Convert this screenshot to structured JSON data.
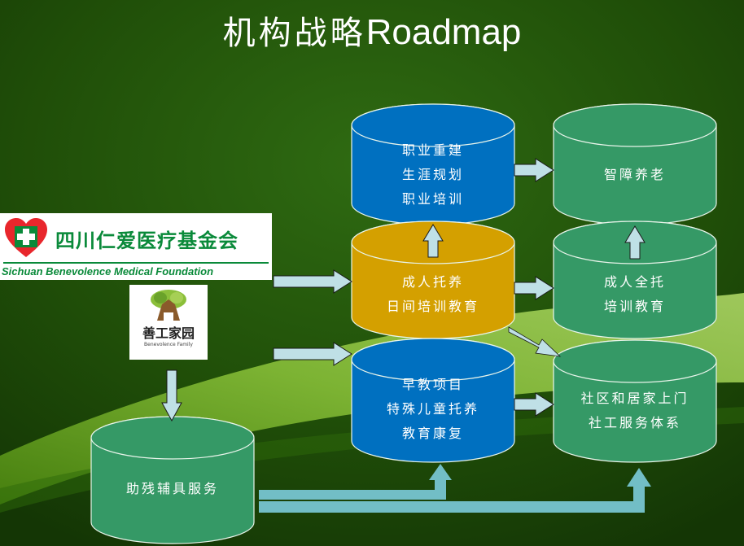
{
  "title": {
    "cn": "机构战略",
    "en": "Roadmap"
  },
  "logos": {
    "foundation": {
      "cn": "四川仁爱医疗基金会",
      "en": "Sichuan Benevolence Medical Foundation"
    },
    "family": {
      "cn": "善工家园",
      "en": "Benevolence Family"
    }
  },
  "nodes": {
    "vocational": {
      "lines": [
        "职业重建",
        "生涯规划",
        "职业培训"
      ],
      "color": "#0070c0"
    },
    "adult_day": {
      "lines": [
        "成人托养",
        "日间培训教育"
      ],
      "color": "#d4a000"
    },
    "early_edu": {
      "lines": [
        "早教项目",
        "特殊儿童托养",
        "教育康复"
      ],
      "color": "#0070c0"
    },
    "elderly": {
      "lines": [
        "智障养老"
      ],
      "color": "#359966"
    },
    "adult_full": {
      "lines": [
        "成人全托",
        "培训教育"
      ],
      "color": "#359966"
    },
    "community": {
      "lines": [
        "社区和居家上门",
        "社工服务体系"
      ],
      "color": "#359966"
    },
    "assistive": {
      "lines": [
        "助残辅具服务"
      ],
      "color": "#359966"
    }
  },
  "colors": {
    "arrow": "#bfe0e6",
    "connector": "#72bec6"
  }
}
